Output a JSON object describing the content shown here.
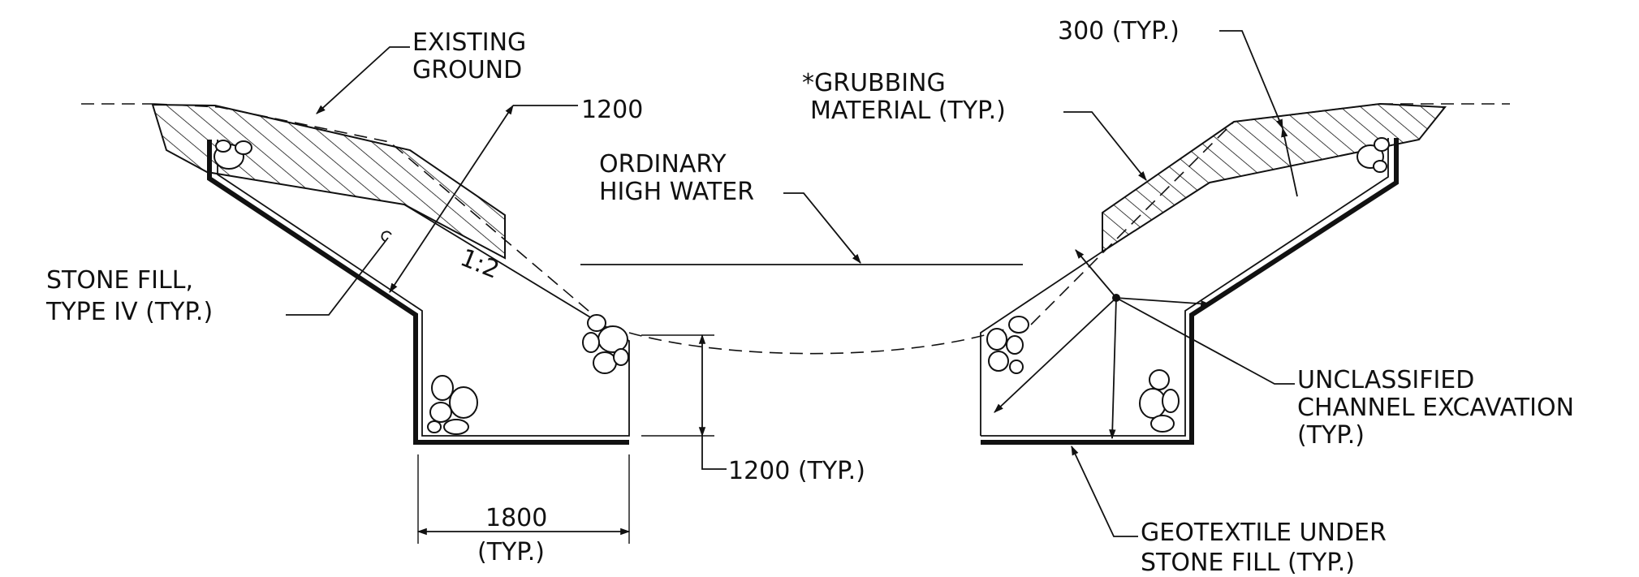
{
  "labels": {
    "existing_ground": [
      "EXISTING",
      "GROUND"
    ],
    "dim_1200_slope": "1200",
    "ordinary_high_water": [
      "ORDINARY",
      "HIGH WATER"
    ],
    "slope_ratio": "1:2",
    "stone_fill": [
      "STONE FILL,",
      "TYPE IV (TYP.)"
    ],
    "dim_1200_depth": "1200 (TYP.)",
    "dim_1800": [
      "1800",
      "(TYP.)"
    ],
    "thickness_300": "300 (TYP.)",
    "grubbing": [
      "*GRUBBING",
      "MATERIAL (TYP.)"
    ],
    "unclassified": [
      "UNCLASSIFIED",
      "CHANNEL EXCAVATION",
      "(TYP.)"
    ],
    "geotextile": [
      "GEOTEXTILE UNDER",
      "STONE FILL (TYP.)"
    ]
  }
}
